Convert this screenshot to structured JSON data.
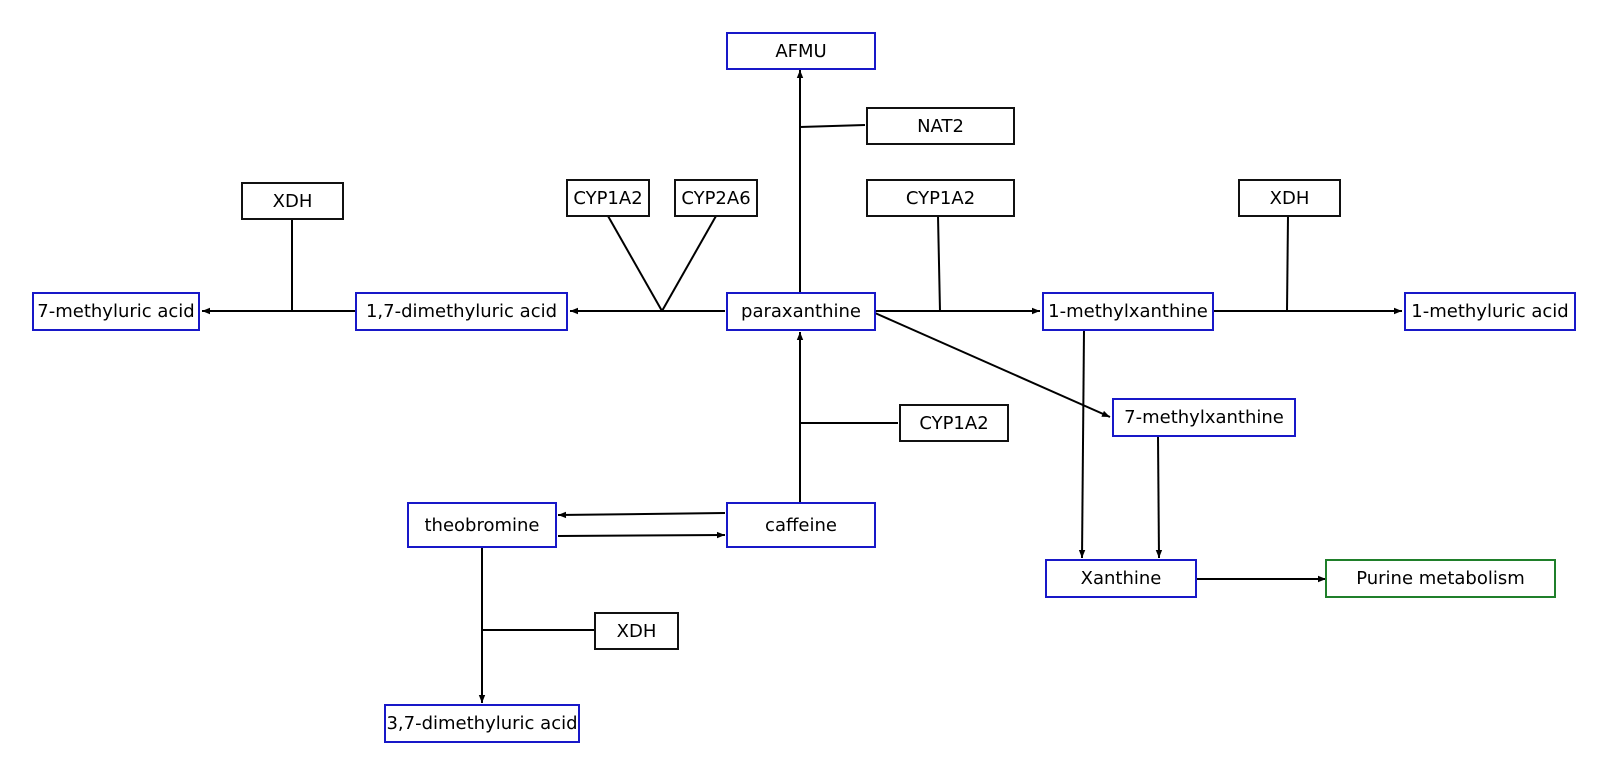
{
  "compounds": {
    "afmu": "AFMU",
    "paraxanthine": "paraxanthine",
    "dimethyluric17": "1,7-dimethyluric acid",
    "methyluric7": "7-methyluric acid",
    "methylxanthine1": "1-methylxanthine",
    "methyluric1": "1-methyluric acid",
    "methylxanthine7": "7-methylxanthine",
    "caffeine": "caffeine",
    "theobromine": "theobromine",
    "xanthine": "Xanthine",
    "dimethyluric37": "3,7-dimethyluric acid"
  },
  "enzymes": {
    "nat2": "NAT2",
    "cyp1a2_a": "CYP1A2",
    "cyp2a6": "CYP2A6",
    "cyp1a2_b": "CYP1A2",
    "cyp1a2_c": "CYP1A2",
    "xdh_a": "XDH",
    "xdh_b": "XDH",
    "xdh_c": "XDH"
  },
  "pathways": {
    "purine": "Purine metabolism"
  },
  "colors": {
    "compound_border": "#1818c8",
    "enzyme_border": "#111111",
    "pathway_border": "#1f7f2a"
  }
}
